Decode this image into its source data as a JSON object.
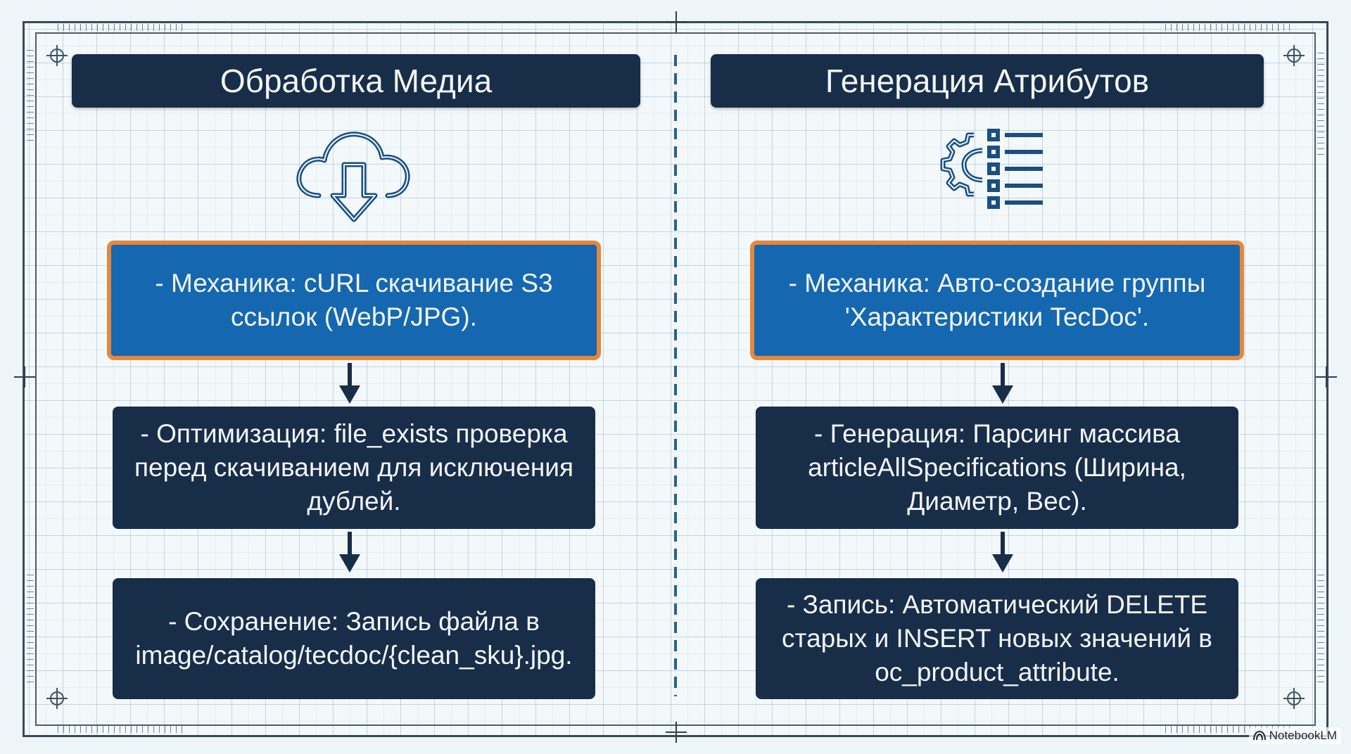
{
  "left": {
    "title": "Обработка Медиа",
    "icon": "cloud-download-icon",
    "steps": [
      "- Механика: cURL скачивание S3 ссылок (WebP/JPG).",
      "- Оптимизация: file_exists проверка перед скачиванием для исключения дублей.",
      "- Сохранение: Запись файла в image/catalog/tecdoc/{clean_sku}.jpg."
    ]
  },
  "right": {
    "title": "Генерация Атрибутов",
    "icon": "gear-list-icon",
    "steps": [
      "- Механика: Авто-создание группы 'Характеристики TecDoc'.",
      "- Генерация: Парсинг массива articleAllSpecifications (Ширина, Диаметр, Вес).",
      "- Запись: Автоматический DELETE старых и INSERT новых значений в oc_product_attribute."
    ]
  },
  "brand": "NotebookLM",
  "colors": {
    "header_bg": "#182d48",
    "highlight_bg": "#1567b0",
    "highlight_border": "#e5873a",
    "step_bg": "#182d48",
    "icon_stroke": "#1a4f80",
    "divider": "#2c5f8a"
  }
}
